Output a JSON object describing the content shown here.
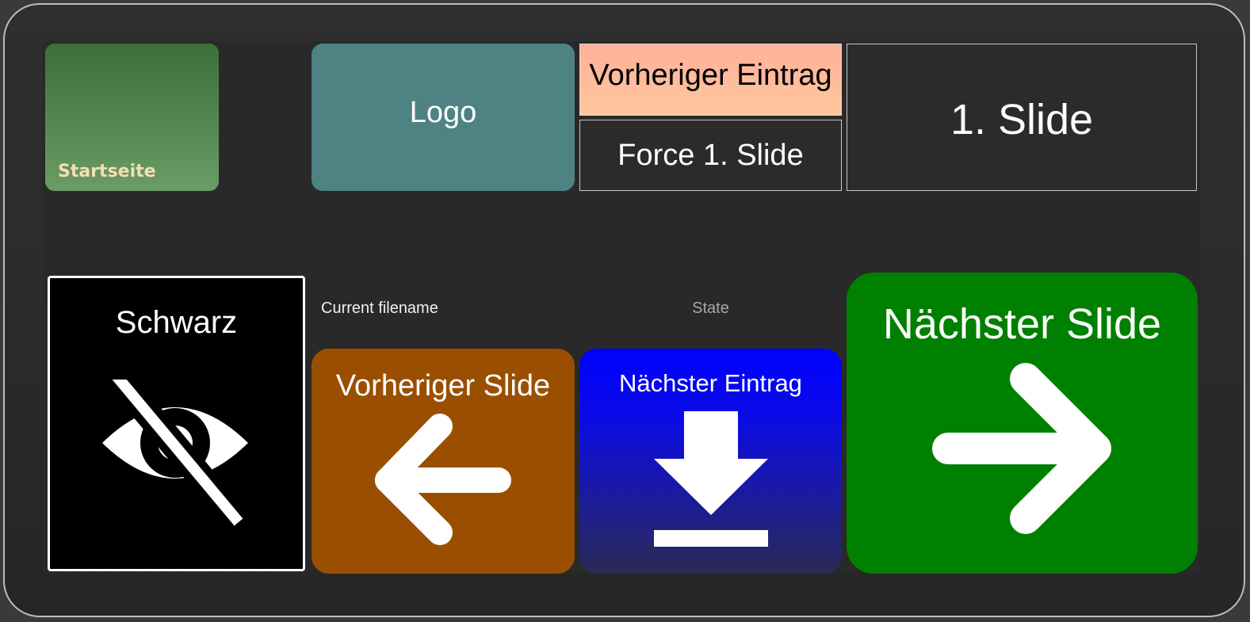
{
  "buttons": {
    "startseite": "Startseite",
    "logo": "Logo",
    "previous_entry": "Vorheriger Eintrag",
    "force_first_slide": "Force 1. Slide",
    "first_slide": "1. Slide",
    "black": "Schwarz",
    "previous_slide": "Vorheriger Slide",
    "next_entry": "Nächster Eintrag",
    "next_slide": "Nächster Slide"
  },
  "status": {
    "current_filename": "Current filename",
    "state": "State"
  },
  "icons": {
    "black": "eye-slash-icon",
    "previous_slide": "arrow-left-icon",
    "next_entry": "download-icon",
    "next_slide": "arrow-right-icon"
  },
  "colors": {
    "startseite": "#4f8448",
    "logo": "#4e8283",
    "previous_entry": "#ffb89b",
    "previous_slide": "#9a4f00",
    "next_entry": "#0000ff",
    "next_slide": "#008000"
  }
}
